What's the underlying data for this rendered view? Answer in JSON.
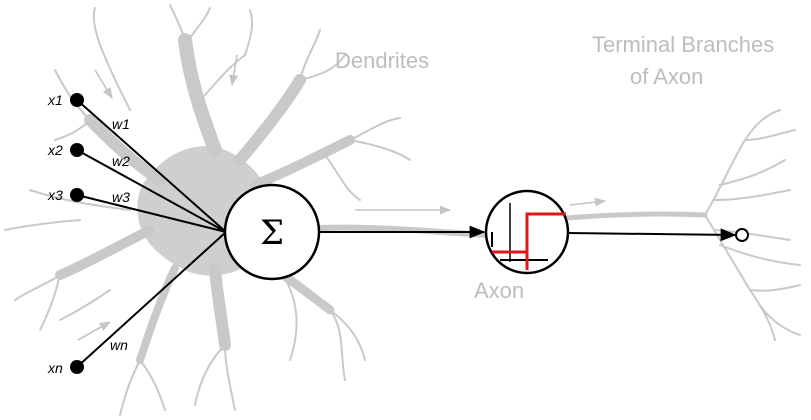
{
  "labels": {
    "dendrites": "Dendrites",
    "terminal_line1": "Terminal Branches",
    "terminal_line2": "of Axon",
    "axon": "Axon",
    "sum_symbol": "Σ"
  },
  "inputs": [
    {
      "x_label": "x1",
      "w_label": "w1"
    },
    {
      "x_label": "x2",
      "w_label": "w2"
    },
    {
      "x_label": "x3",
      "w_label": "w3"
    },
    {
      "x_label": "xn",
      "w_label": "wn"
    }
  ],
  "colors": {
    "neuron_gray": "#cfcfcf",
    "label_gray": "#bdbdbd",
    "activation_red": "#e0161b",
    "line_black": "#000000"
  }
}
